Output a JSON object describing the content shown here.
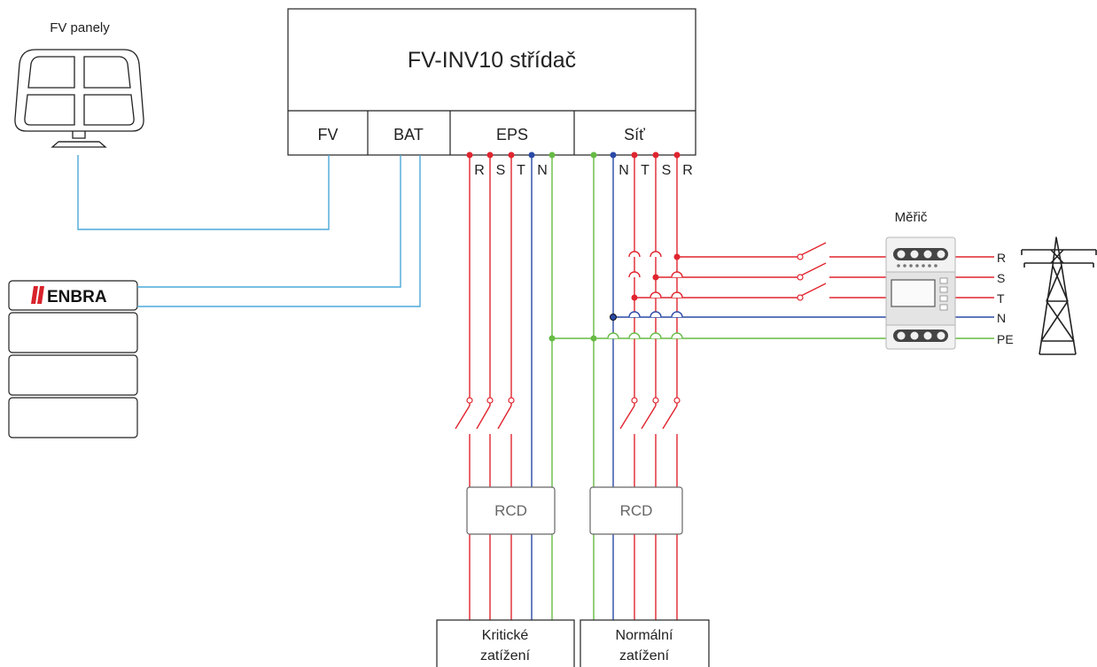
{
  "pv": {
    "label": "FV panely"
  },
  "inverter": {
    "title": "FV-INV10 střídač",
    "ports": {
      "fv": "FV",
      "bat": "BAT",
      "eps": "EPS",
      "grid": "Síť"
    },
    "eps_phases": {
      "r": "R",
      "s": "S",
      "t": "T",
      "n": "N"
    },
    "grid_phases": {
      "n": "N",
      "t": "T",
      "s": "S",
      "r": "R"
    }
  },
  "battery": {
    "brand": "ENBRA",
    "modules": 4
  },
  "meter": {
    "label": "Měřič"
  },
  "grid_lines": {
    "r": "R",
    "s": "S",
    "t": "T",
    "n": "N",
    "pe": "PE"
  },
  "rcd": {
    "left": "RCD",
    "right": "RCD"
  },
  "loads": {
    "critical": {
      "line1": "Kritické",
      "line2": "zatížení"
    },
    "normal": {
      "line1": "Normální",
      "line2": "zatížení"
    }
  },
  "colors": {
    "phase": "#e0252f",
    "neutral": "#2b4aa6",
    "pe": "#66bb44",
    "dc": "#4aa8d8",
    "frame": "#222222"
  }
}
